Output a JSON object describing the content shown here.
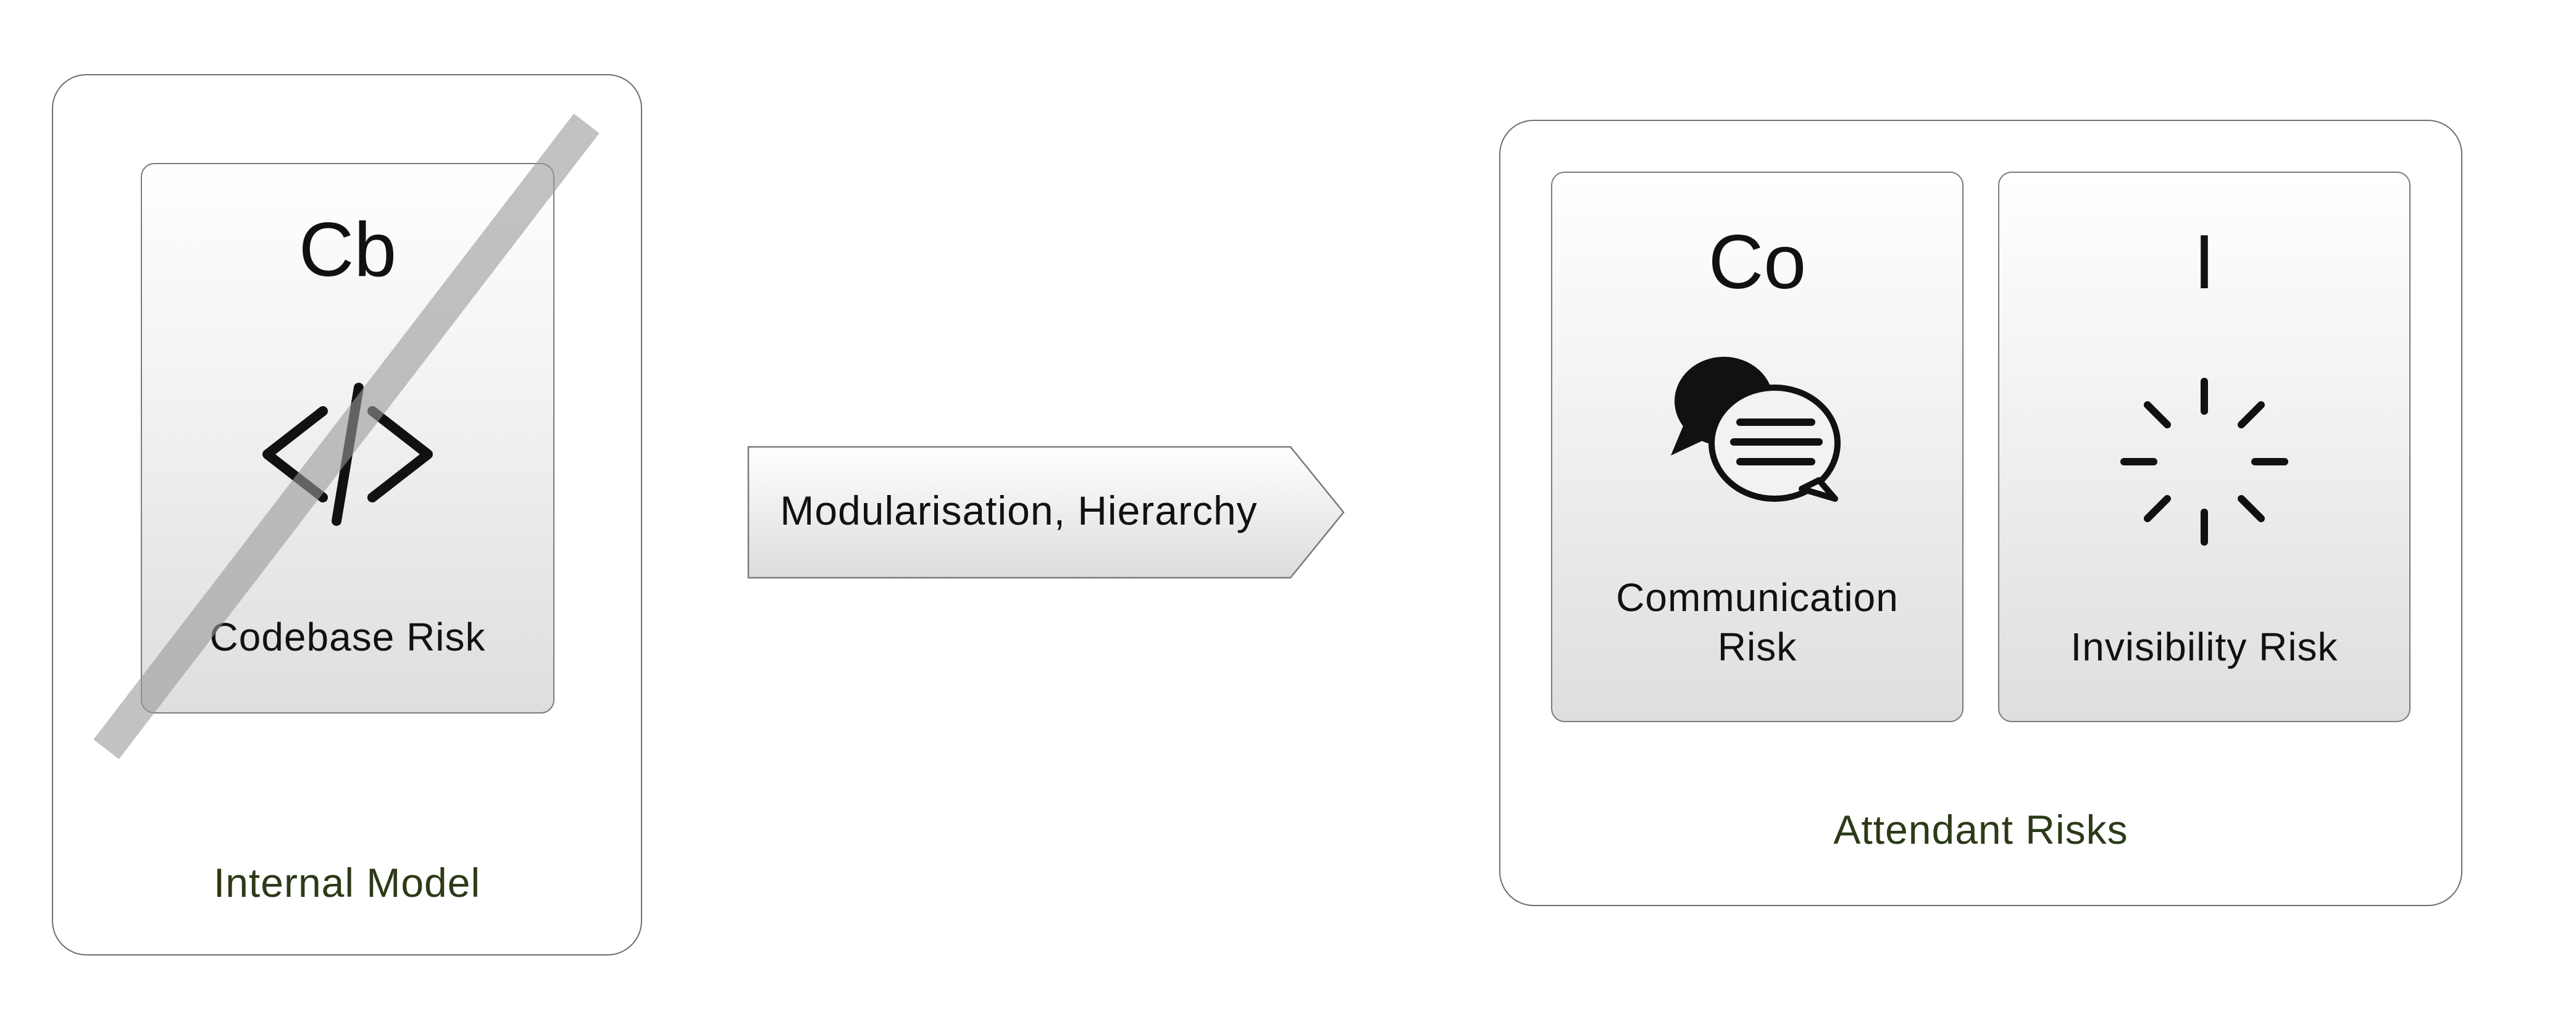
{
  "internal_model": {
    "label": "Internal Model",
    "card": {
      "abbr": "Cb",
      "name": "Codebase Risk",
      "icon": "code-icon",
      "struck_out": true
    }
  },
  "arrow": {
    "label": "Modularisation, Hierarchy"
  },
  "attendant_risks": {
    "label": "Attendant Risks",
    "cards": [
      {
        "abbr": "Co",
        "name_line1": "Communication",
        "name_line2": "Risk",
        "icon": "speech-bubbles-icon"
      },
      {
        "abbr": "I",
        "name": "Invisibility Risk",
        "icon": "loading-spinner-icon"
      }
    ]
  }
}
